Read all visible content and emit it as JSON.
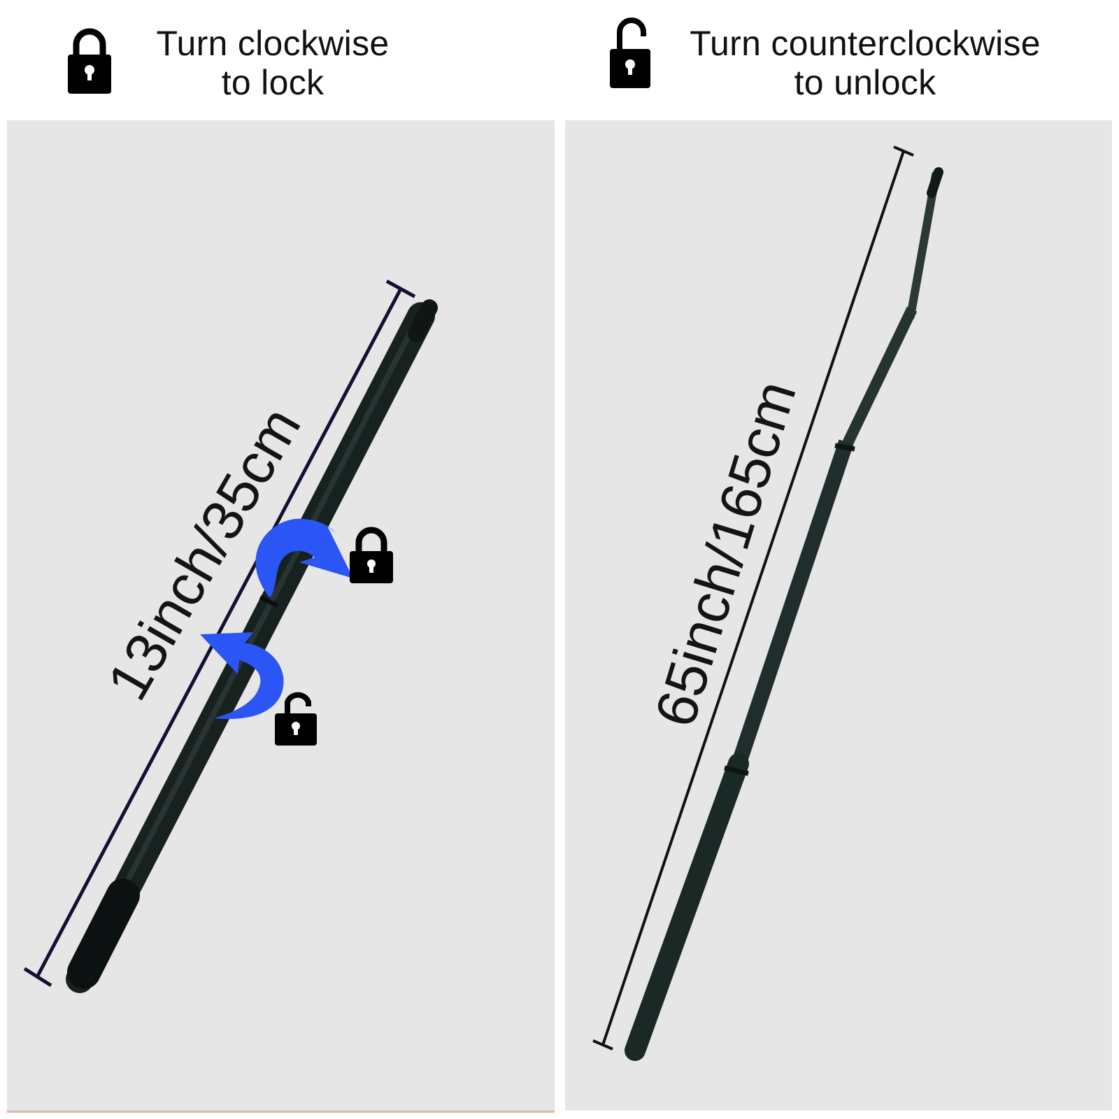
{
  "header": {
    "lock": {
      "icon": "closed-padlock-icon",
      "line1": "Turn clockwise",
      "line2": "to lock"
    },
    "unlock": {
      "icon": "open-padlock-icon",
      "line1": "Turn counterclockwise",
      "line2": "to unlock"
    }
  },
  "panels": {
    "collapsed": {
      "length_label": "13inch/35cm",
      "lock_arrow_icon": "clockwise-arrow-icon",
      "unlock_arrow_icon": "counterclockwise-arrow-icon",
      "lock_icon": "closed-padlock-icon",
      "unlock_icon": "open-padlock-icon"
    },
    "extended": {
      "length_label": "65inch/165cm"
    }
  },
  "colors": {
    "arrow": "#2b55f5",
    "pole": "#1c2b28",
    "panel_bg": "#e6e6e6",
    "text": "#111111"
  }
}
